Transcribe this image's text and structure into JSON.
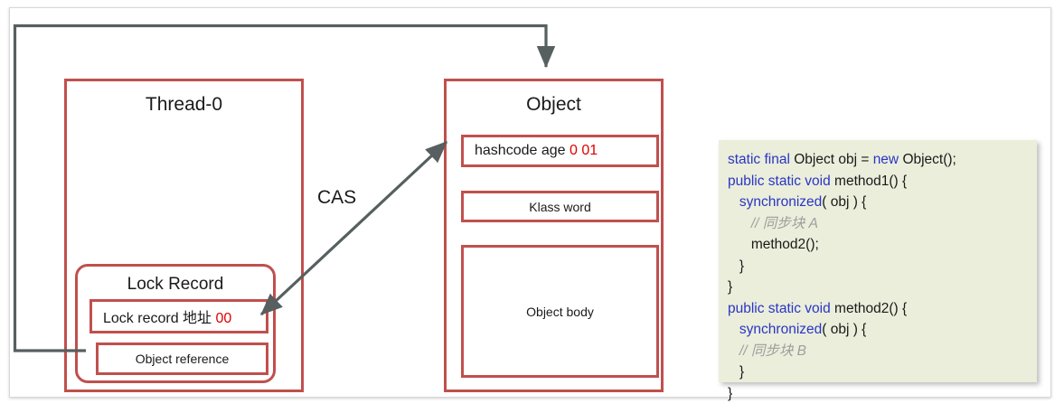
{
  "diagram": {
    "title_hidden": "",
    "thread": {
      "title": "Thread-0",
      "lock_record": {
        "title": "Lock Record",
        "address_row": {
          "label": "Lock record 地址",
          "bits": "00"
        },
        "object_reference_row": {
          "label": "Object reference"
        }
      }
    },
    "cas_label": "CAS",
    "object": {
      "title": "Object",
      "mark_word": {
        "label": "hashcode age",
        "bits": "0 01"
      },
      "klass_word": {
        "label": "Klass word"
      },
      "object_body": {
        "label": "Object body"
      }
    },
    "arrows": [
      {
        "name": "cas-arrow",
        "style": "double-headed",
        "from": "lock-record-addr-box",
        "to": "hashcode-box"
      },
      {
        "name": "object-reference-loop-arrow",
        "style": "single-headed",
        "from": "object-ref-box",
        "to": "object-box"
      }
    ],
    "colors": {
      "box_border": "#C0504D",
      "arrow": "#575F60",
      "bits_highlight": "#E00000",
      "code_background": "#EAEEDB",
      "code_keyword": "#2B35C4",
      "code_comment": "#9E9E9E"
    }
  },
  "code": {
    "lines": [
      [
        {
          "t": "static final ",
          "c": "kw"
        },
        {
          "t": "Object obj = ",
          "c": ""
        },
        {
          "t": "new ",
          "c": "kw"
        },
        {
          "t": "Object();",
          "c": ""
        }
      ],
      [
        {
          "t": "public static void ",
          "c": "kw"
        },
        {
          "t": "method1() {",
          "c": ""
        }
      ],
      [
        {
          "t": "   ",
          "c": ""
        },
        {
          "t": "synchronized",
          "c": "kw"
        },
        {
          "t": "( obj ) {",
          "c": ""
        }
      ],
      [
        {
          "t": "      ",
          "c": ""
        },
        {
          "t": "// 同步块 A",
          "c": "cmt"
        }
      ],
      [
        {
          "t": "      method2();",
          "c": ""
        }
      ],
      [
        {
          "t": "   }",
          "c": ""
        }
      ],
      [
        {
          "t": "}",
          "c": ""
        }
      ],
      [
        {
          "t": "public static void ",
          "c": "kw"
        },
        {
          "t": "method2() {",
          "c": ""
        }
      ],
      [
        {
          "t": "   ",
          "c": ""
        },
        {
          "t": "synchronized",
          "c": "kw"
        },
        {
          "t": "( obj ) {",
          "c": ""
        }
      ],
      [
        {
          "t": "   ",
          "c": ""
        },
        {
          "t": "// 同步块 B",
          "c": "cmt"
        }
      ],
      [
        {
          "t": "   }",
          "c": ""
        }
      ],
      [
        {
          "t": "}",
          "c": ""
        }
      ]
    ]
  }
}
